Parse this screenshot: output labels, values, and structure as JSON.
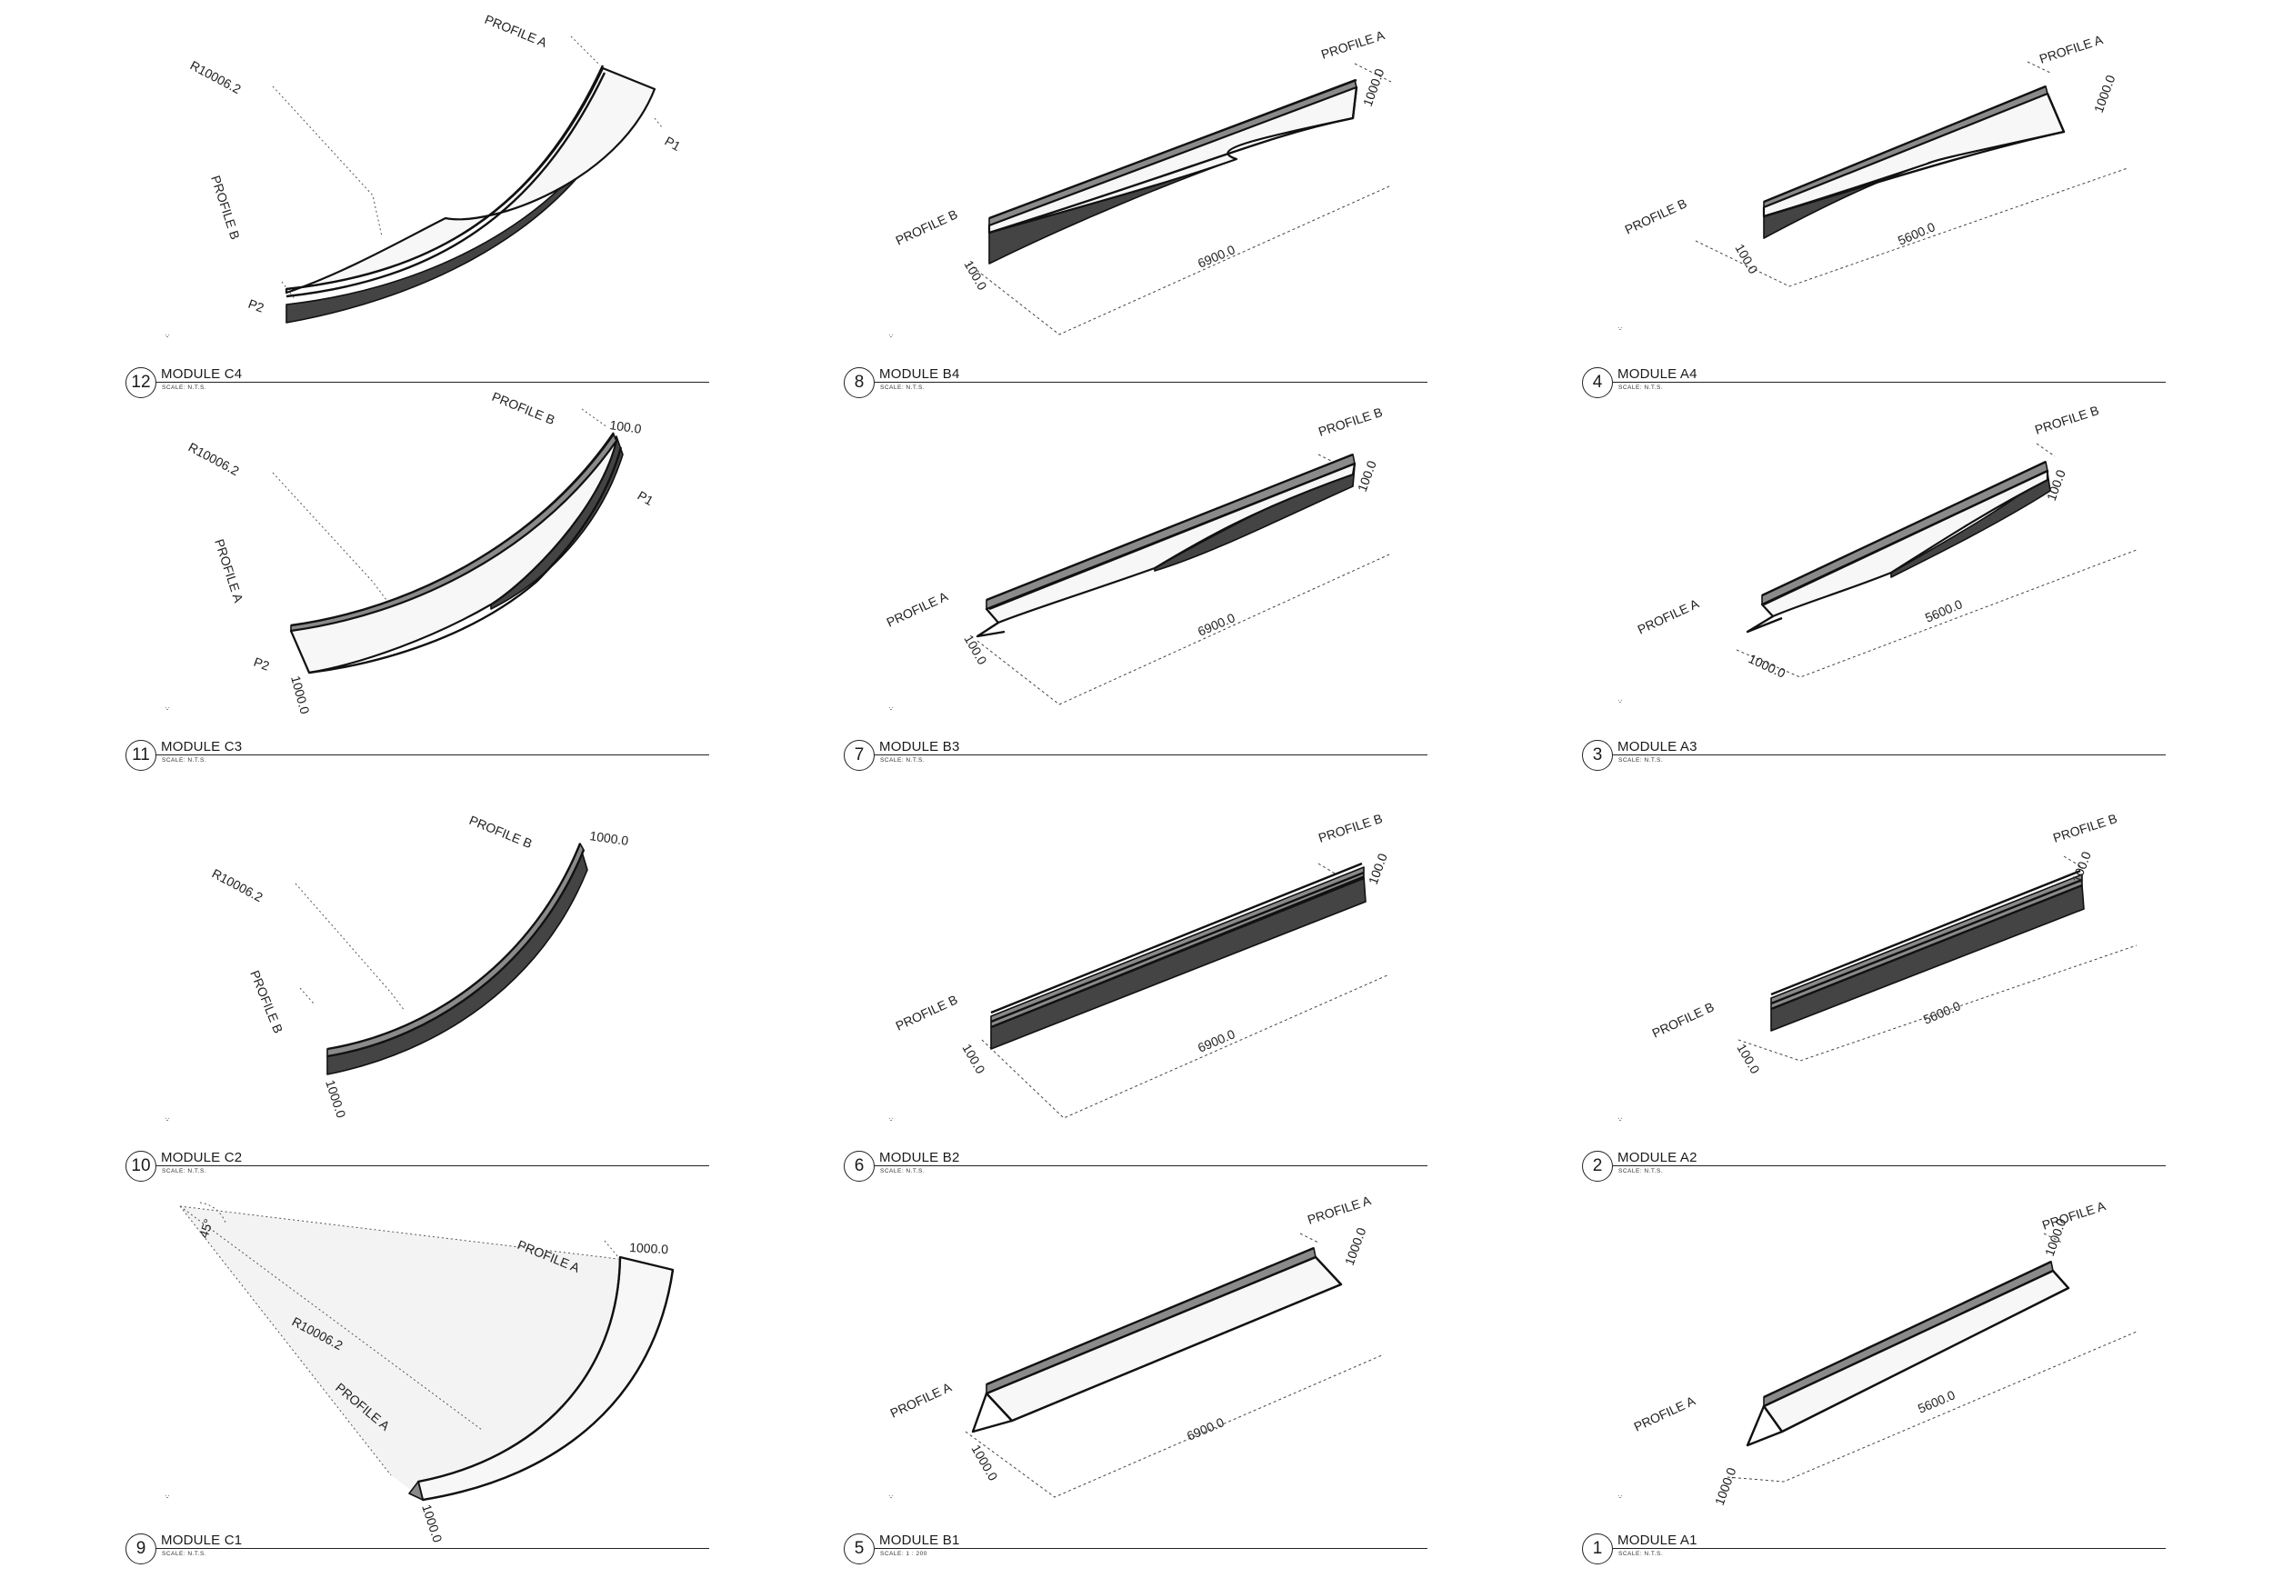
{
  "modules": [
    {
      "id": "c4",
      "number": "12",
      "title": "MODULE C4",
      "scale": "SCALE: N.T.S.",
      "labels": [
        "PROFILE A",
        "R10006.2",
        "PROFILE B",
        "P1",
        "P2"
      ]
    },
    {
      "id": "b4",
      "number": "8",
      "title": "MODULE B4",
      "scale": "SCALE: N.T.S.",
      "labels": [
        "PROFILE A",
        "1000.0",
        "PROFILE B",
        "100.0",
        "6900.0"
      ]
    },
    {
      "id": "a4",
      "number": "4",
      "title": "MODULE A4",
      "scale": "SCALE: N.T.S.",
      "labels": [
        "PROFILE A",
        "1000.0",
        "PROFILE B",
        "100.0",
        "5600.0"
      ]
    },
    {
      "id": "c3",
      "number": "11",
      "title": "MODULE C3",
      "scale": "SCALE: N.T.S.",
      "labels": [
        "PROFILE B",
        "100.0",
        "R10006.2",
        "P1",
        "PROFILE A",
        "P2",
        "1000.0"
      ]
    },
    {
      "id": "b3",
      "number": "7",
      "title": "MODULE B3",
      "scale": "SCALE: N.T.S.",
      "labels": [
        "PROFILE B",
        "100.0",
        "PROFILE A",
        "6900.0",
        "100.0"
      ]
    },
    {
      "id": "a3",
      "number": "3",
      "title": "MODULE A3",
      "scale": "SCALE: N.T.S.",
      "labels": [
        "PROFILE B",
        "100.0",
        "PROFILE A",
        "5600.0",
        "1000.0"
      ]
    },
    {
      "id": "c2",
      "number": "10",
      "title": "MODULE C2",
      "scale": "SCALE: N.T.S.",
      "labels": [
        "PROFILE B",
        "1000.0",
        "R10006.2",
        "PROFILE B",
        "1000.0"
      ]
    },
    {
      "id": "b2",
      "number": "6",
      "title": "MODULE B2",
      "scale": "SCALE: N.T.S.",
      "labels": [
        "PROFILE B",
        "100.0",
        "PROFILE B",
        "6900.0",
        "100.0"
      ]
    },
    {
      "id": "a2",
      "number": "2",
      "title": "MODULE A2",
      "scale": "SCALE: N.T.S.",
      "labels": [
        "PROFILE B",
        "100.0",
        "PROFILE B",
        "5600.0",
        "100.0"
      ]
    },
    {
      "id": "c1",
      "number": "9",
      "title": "MODULE C1",
      "scale": "SCALE: N.T.S.",
      "labels": [
        "45°",
        "PROFILE A",
        "1000.0",
        "R10006.2",
        "PROFILE A",
        "1000.0"
      ]
    },
    {
      "id": "b1",
      "number": "5",
      "title": "MODULE B1",
      "scale": "SCALE: 1 : 200",
      "labels": [
        "PROFILE A",
        "1000.0",
        "PROFILE A",
        "6900.0",
        "1000.0"
      ]
    },
    {
      "id": "a1",
      "number": "1",
      "title": "MODULE A1",
      "scale": "SCALE: N.T.S.",
      "labels": [
        "PROFILE A",
        "1000.0",
        "PROFILE A",
        "5600.0",
        "1000.0"
      ]
    }
  ]
}
